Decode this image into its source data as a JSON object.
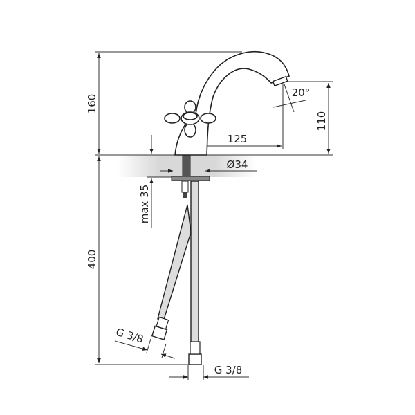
{
  "dimensions": {
    "height_above_counter": "160",
    "spout_height": "110",
    "spout_reach": "125",
    "spout_angle": "20°",
    "base_diameter": "Ø34",
    "max_counter_thickness": "max 35",
    "hose_length": "400",
    "hose_thread_left": "G 3/8",
    "hose_thread_right": "G 3/8"
  },
  "colors": {
    "line": "#222222",
    "hose_fill": "#dddddd",
    "counter_shade": "#d8d8d8"
  }
}
